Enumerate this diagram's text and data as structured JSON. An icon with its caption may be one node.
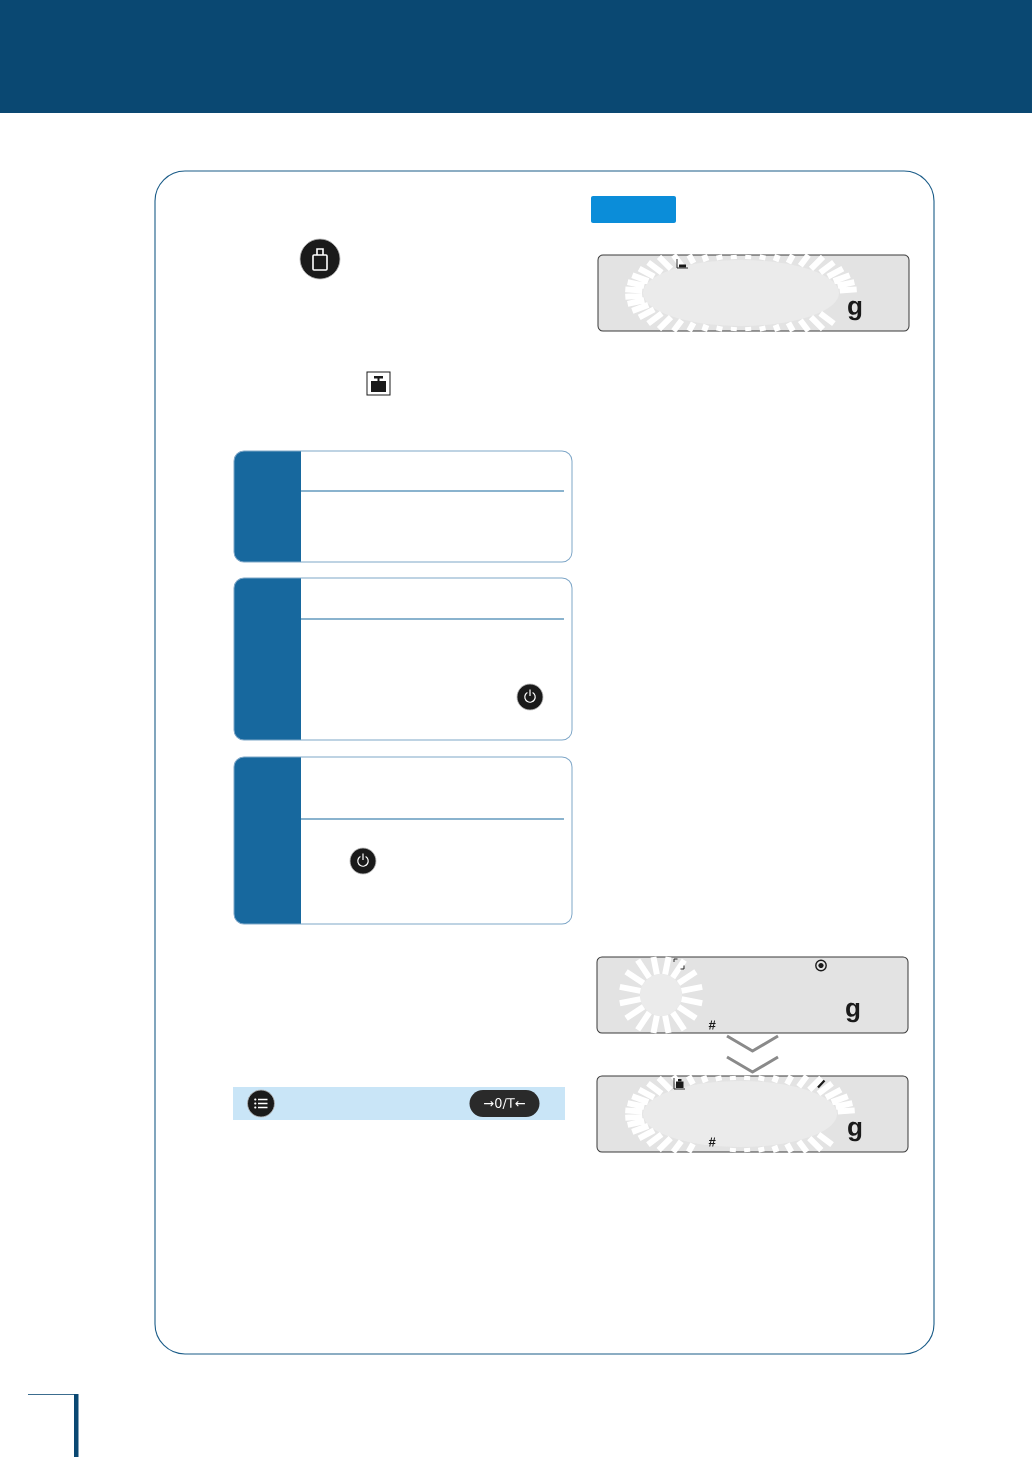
{
  "diagram": {
    "nodes": [
      {
        "text": [],
        "shape": "box"
      },
      {
        "text": [
          "g"
        ]
      },
      {
        "text": [
          "g",
          "#"
        ]
      },
      {
        "text": [
          "g",
          "#"
        ]
      },
      {
        "text": [
          "→0/T←"
        ]
      }
    ],
    "edges": [
      {
        "from": 2,
        "to": 3,
        "arrow": "to"
      }
    ]
  }
}
